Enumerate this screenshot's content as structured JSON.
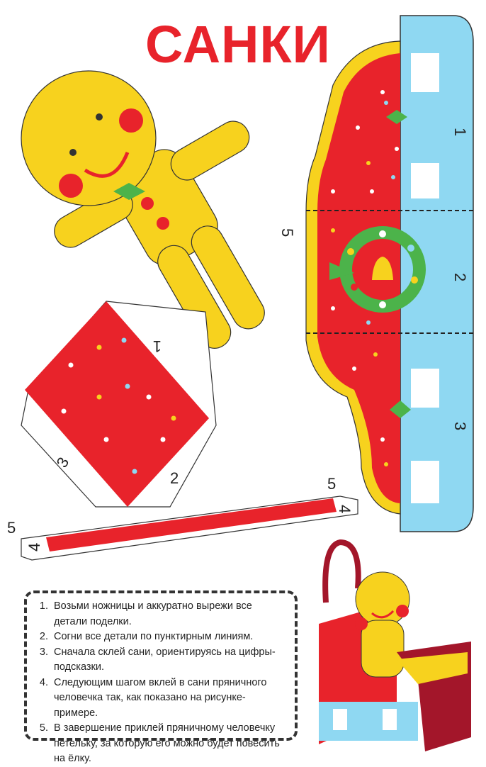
{
  "title": "САНКИ",
  "glue_labels": {
    "sled_1": "1",
    "sled_2": "2",
    "sled_3": "3",
    "sled_5": "5",
    "box_1": "1",
    "box_2": "2",
    "box_3": "3",
    "strip_5_right": "5",
    "strip_4_right": "4",
    "strip_5_left": "5",
    "strip_4_left": "4"
  },
  "instructions": [
    "Возьми ножницы и аккуратно вырежи все детали поделки.",
    "Согни все детали по пунктирным линиям.",
    "Сначала склей сани, ориентируясь на цифры-подсказки.",
    "Следующим шагом вклей в сани пряничного человечка так, как показано на рисунке-примере.",
    "В завершение приклей пряничному человечку петельку, за которую его можно будет повесить на ёлку."
  ],
  "colors": {
    "red": "#e8232b",
    "yellow": "#f7d21e",
    "blue": "#8fd8f2",
    "green": "#4cb34a",
    "dark_red": "#a3162a"
  }
}
